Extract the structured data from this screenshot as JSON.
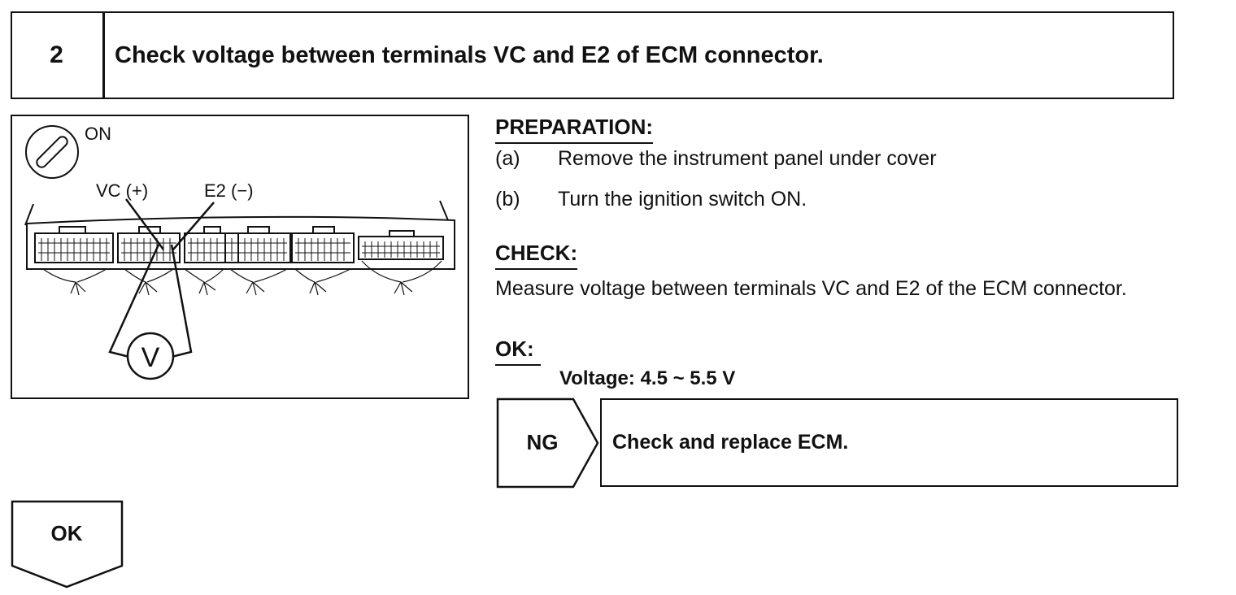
{
  "step": {
    "number": "2",
    "title": "Check voltage between terminals VC and E2 of ECM connector."
  },
  "figure": {
    "ignition_label": "ON",
    "vc_label": "VC (+)",
    "e2_label": "E2 (−)",
    "meter_label": "V"
  },
  "preparation": {
    "heading": "PREPARATION:",
    "steps": [
      {
        "letter": "(a)",
        "text": "Remove the instrument panel under cover"
      },
      {
        "letter": "(b)",
        "text": "Turn the ignition switch ON."
      }
    ]
  },
  "check": {
    "heading": "CHECK:",
    "text": "Measure voltage between terminals VC and E2 of the ECM connector."
  },
  "ok_spec": {
    "heading": "OK:",
    "value": "Voltage: 4.5 ~ 5.5 V"
  },
  "ng_branch": {
    "label": "NG",
    "action": "Check and replace ECM."
  },
  "ok_branch": {
    "label": "OK"
  }
}
